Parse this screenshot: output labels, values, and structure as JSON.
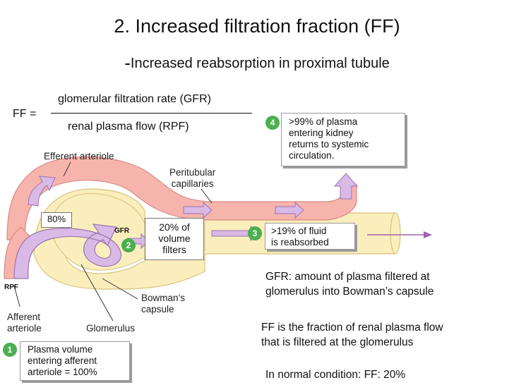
{
  "title": "2.  Increased filtration fraction (FF)",
  "subtitle_dash": "-",
  "subtitle": "Increased reabsorption in proximal tubule",
  "formula": {
    "lhs": "FF =",
    "numerator": "glomerular filtration rate (GFR)",
    "denominator": "renal plasma flow (RPF)"
  },
  "diagram": {
    "labels": {
      "efferent_arteriole": "Efferent arteriole",
      "peritubular_capillaries_1": "Peritubular",
      "peritubular_capillaries_2": "capillaries",
      "gfr": "GFR",
      "rpf": "RPF",
      "afferent_arteriole_1": "Afferent",
      "afferent_arteriole_2": "arteriole",
      "glomerulus": "Glomerulus",
      "bowmans_capsule_1": "Bowman’s",
      "bowmans_capsule_2": "capsule",
      "eighty_percent": "80%"
    },
    "box20": [
      "20% of",
      "volume",
      "filters"
    ],
    "box19": [
      ">19% of fluid",
      "is reabsorbed"
    ],
    "box4": [
      ">99% of plasma",
      "entering kidney",
      "returns to systemic",
      "circulation."
    ],
    "box1": [
      "Plasma volume",
      "entering afferent",
      "arteriole = 100%"
    ],
    "badges": [
      "1",
      "2",
      "3",
      "4"
    ]
  },
  "notes": {
    "gfr_def_1": "GFR: amount of plasma filtered at",
    "gfr_def_2": "glomerulus into Bowman’s capsule",
    "ff_def_1": "FF is the fraction of renal plasma flow",
    "ff_def_2": "that is filtered at the glomerulus",
    "normal": "In normal condition: FF: 20%"
  },
  "colors": {
    "vessel_pink": "#f6b4ad",
    "vessel_pink_edge": "#d98a84",
    "tubule_yellow": "#fbeebd",
    "tubule_edge": "#d8c27c",
    "arrow_lavender": "#d9b9e6",
    "arrow_edge": "#9a74ad",
    "badge_green": "#4caf50",
    "flow_arrow": "#a060b0"
  }
}
